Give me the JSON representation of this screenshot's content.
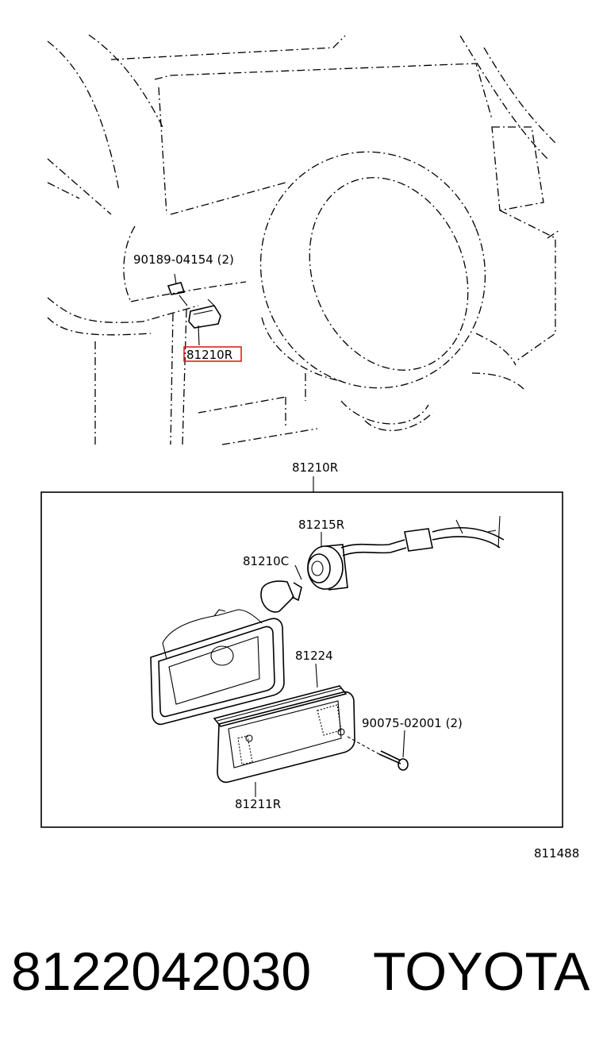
{
  "diagram": {
    "labels": {
      "clip": "90189-04154 (2)",
      "assembly_top": "81210R",
      "assembly_header": "81210R",
      "socket": "81215R",
      "bulb": "81210C",
      "gasket": "81224",
      "screw": "90075-02001 (2)",
      "lens": "81211R",
      "figure_number": "811488"
    },
    "highlight_color": "#e02020"
  },
  "footer": {
    "part_number": "8122042030",
    "brand": "TOYOTA"
  }
}
